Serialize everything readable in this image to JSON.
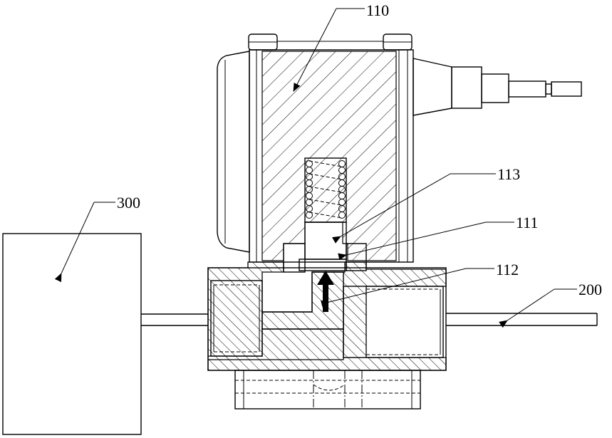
{
  "labels": {
    "l110": "110",
    "l113": "113",
    "l111": "111",
    "l112": "112",
    "l300": "300",
    "l200": "200"
  },
  "colors": {
    "ink": "#000000",
    "background": "#ffffff"
  }
}
